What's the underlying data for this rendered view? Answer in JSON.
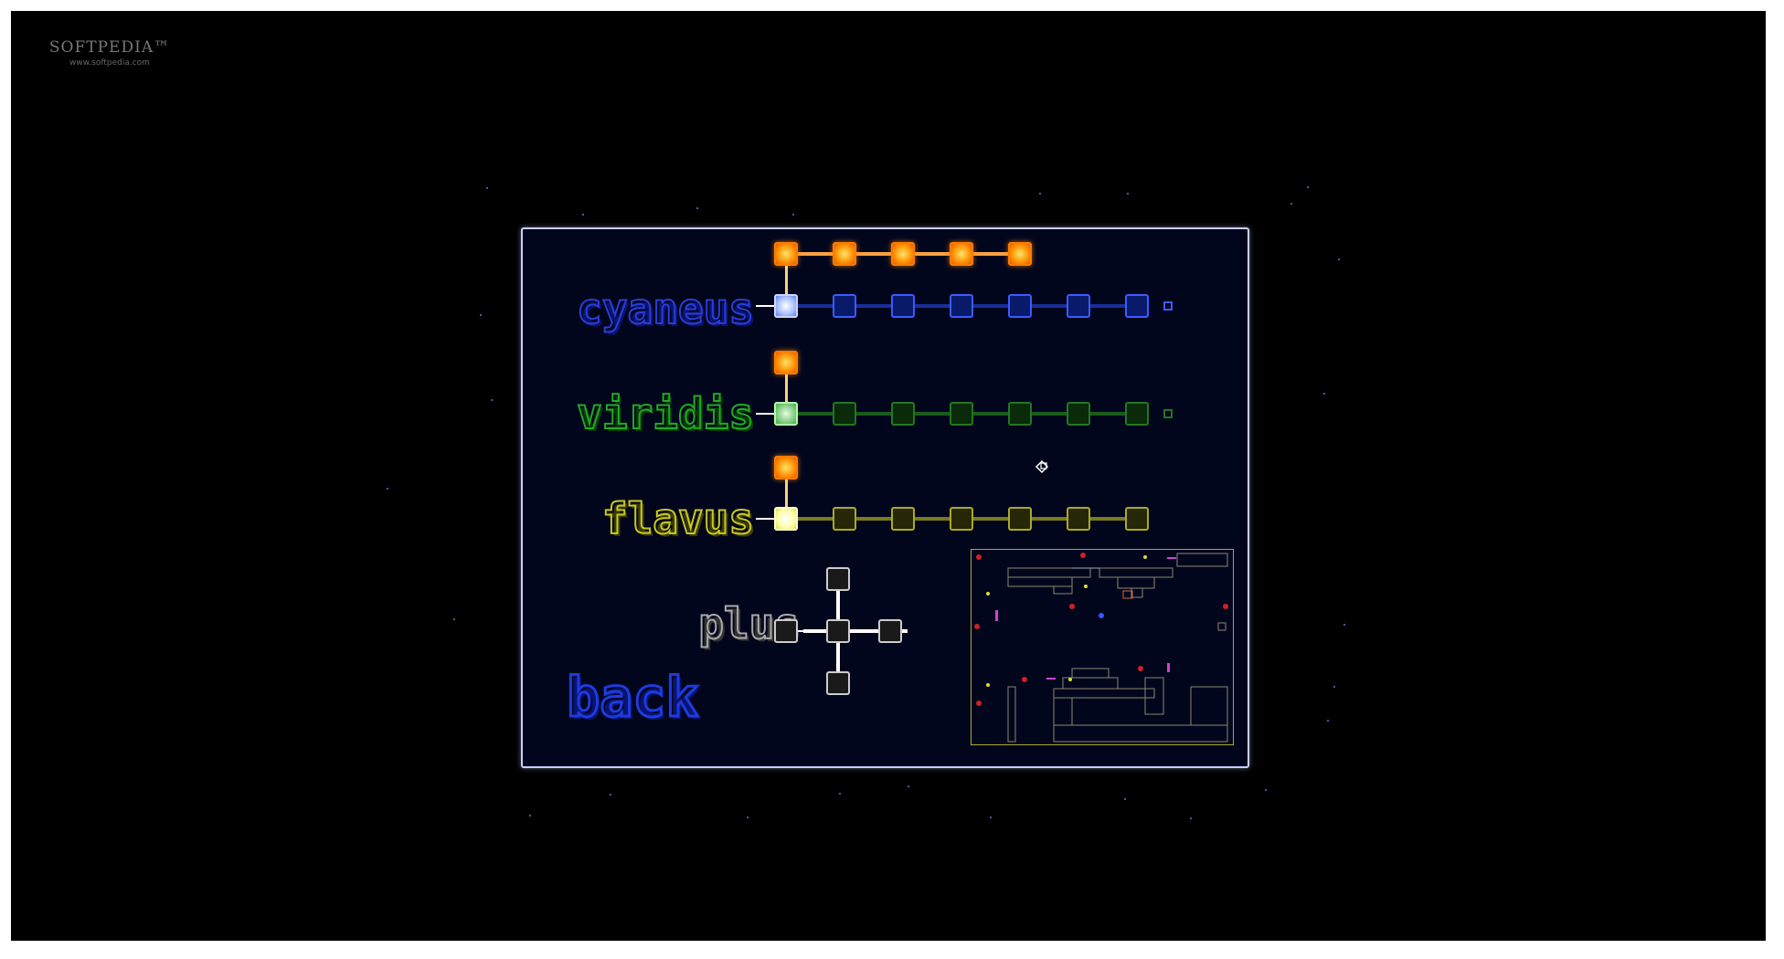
{
  "watermark": {
    "title": "SOFTPEDIA™",
    "url": "www.softpedia.com"
  },
  "menu": {
    "cyaneus": "cyaneus",
    "viridis": "viridis",
    "flavus": "flavus",
    "plus": "plus",
    "back": "back"
  },
  "progress": {
    "cyaneus": {
      "unlocked_upgrades": 5,
      "levels": 7,
      "color": "#2a3dd8"
    },
    "viridis": {
      "unlocked_upgrades": 1,
      "levels": 7,
      "color": "#22aa22"
    },
    "flavus": {
      "unlocked_upgrades": 1,
      "levels": 7,
      "color": "#c8c820"
    },
    "plus": {
      "levels": 5,
      "color": "#aaaaaa"
    }
  },
  "colors": {
    "background": "#000000",
    "panel": "#02061d",
    "panel_border": "#c8d0ff",
    "gold": "#ff9a0a"
  },
  "icons": {
    "cursor": "cursor-icon",
    "end_marker": "square-icon"
  }
}
